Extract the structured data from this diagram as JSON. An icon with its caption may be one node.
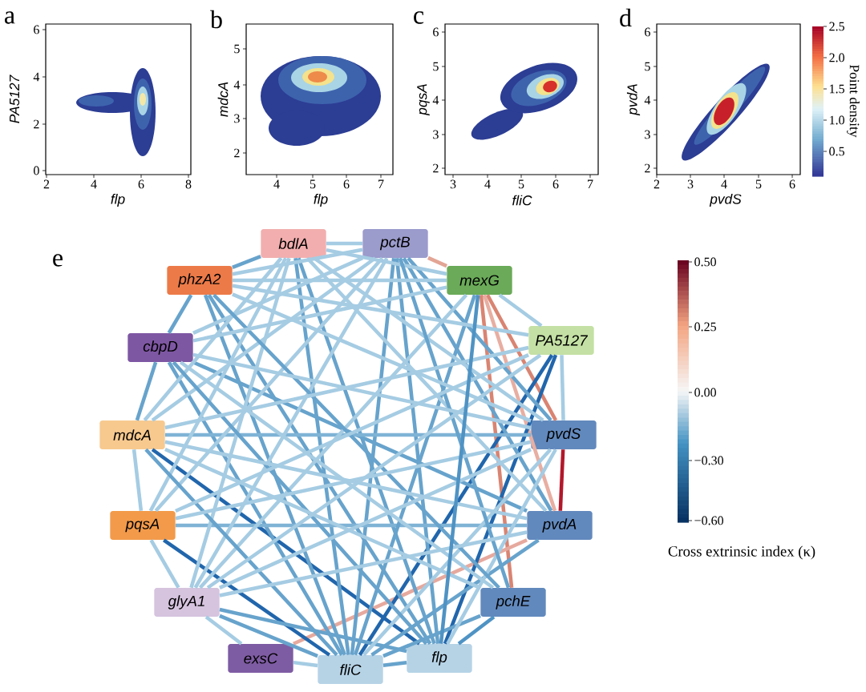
{
  "diagram": {
    "nodes": [
      {
        "text": [
          "bdlA"
        ]
      },
      {
        "text": [
          "pctB"
        ]
      },
      {
        "text": [
          "mexG"
        ]
      },
      {
        "text": [
          "PA5127"
        ]
      },
      {
        "text": [
          "pvdS"
        ]
      },
      {
        "text": [
          "pvdA"
        ]
      },
      {
        "text": [
          "pchE"
        ]
      },
      {
        "text": [
          "flp"
        ]
      },
      {
        "text": [
          "fliC"
        ]
      },
      {
        "text": [
          "exsC"
        ]
      },
      {
        "text": [
          "glyA1"
        ]
      },
      {
        "text": [
          "pqsA"
        ]
      },
      {
        "text": [
          "mdcA"
        ]
      },
      {
        "text": [
          "cbpD"
        ]
      },
      {
        "text": [
          "phzA2"
        ]
      }
    ],
    "edges": [
      {
        "from": 1,
        "to": 2,
        "arrow": "none",
        "color": "#e3a595"
      },
      {
        "from": 2,
        "to": 4,
        "arrow": "none",
        "color": "#d98472"
      },
      {
        "from": 2,
        "to": 5,
        "arrow": "none",
        "color": "#e8aea2"
      },
      {
        "from": 2,
        "to": 6,
        "arrow": "none",
        "color": "#d98472"
      },
      {
        "from": 4,
        "to": 5,
        "arrow": "none",
        "color": "#b2182b"
      },
      {
        "from": 9,
        "to": 5,
        "arrow": "none",
        "color": "#e6a99e"
      },
      {
        "from": 12,
        "to": 7,
        "arrow": "none",
        "color": "#2166ac"
      },
      {
        "from": 11,
        "to": 8,
        "arrow": "none",
        "color": "#2166ac"
      },
      {
        "from": 3,
        "to": 8,
        "arrow": "none",
        "color": "#2166ac"
      },
      {
        "from": 3,
        "to": 7,
        "arrow": "none",
        "color": "#2166ac"
      },
      {
        "from": 1,
        "to": 5,
        "arrow": "none",
        "color": "#67a3cc"
      },
      {
        "from": 1,
        "to": 4,
        "arrow": "none",
        "color": "#67a3cc"
      },
      {
        "from": 1,
        "to": 7,
        "arrow": "none",
        "color": "#67a3cc"
      },
      {
        "from": 1,
        "to": 8,
        "arrow": "none",
        "color": "#67a3cc"
      },
      {
        "from": 0,
        "to": 8,
        "arrow": "none",
        "color": "#67a3cc"
      },
      {
        "from": 0,
        "to": 7,
        "arrow": "none",
        "color": "#67a3cc"
      },
      {
        "from": 14,
        "to": 7,
        "arrow": "none",
        "color": "#67a3cc"
      },
      {
        "from": 14,
        "to": 8,
        "arrow": "none",
        "color": "#67a3cc"
      },
      {
        "from": 13,
        "to": 8,
        "arrow": "none",
        "color": "#67a3cc"
      },
      {
        "from": 13,
        "to": 5,
        "arrow": "none",
        "color": "#67a3cc"
      },
      {
        "from": 12,
        "to": 4,
        "arrow": "none",
        "color": "#7fb3d5"
      },
      {
        "from": 11,
        "to": 5,
        "arrow": "none",
        "color": "#7fb3d5"
      },
      {
        "from": 10,
        "to": 8,
        "arrow": "none",
        "color": "#67a3cc"
      },
      {
        "from": 10,
        "to": 7,
        "arrow": "none",
        "color": "#67a3cc"
      },
      {
        "from": 2,
        "to": 8,
        "arrow": "none",
        "color": "#67a3cc"
      },
      {
        "from": 2,
        "to": 10,
        "arrow": "none",
        "color": "#a5cce3"
      },
      {
        "from": 6,
        "to": 7,
        "arrow": "none",
        "color": "#4f93c4"
      },
      {
        "from": 6,
        "to": 8,
        "arrow": "none",
        "color": "#67a3cc"
      },
      {
        "from": 5,
        "to": 8,
        "arrow": "none",
        "color": "#67a3cc"
      },
      {
        "from": 11,
        "to": 10,
        "arrow": "none",
        "color": "#a5cce3"
      },
      {
        "from": 13,
        "to": 12,
        "arrow": "none",
        "color": "#67a3cc"
      },
      {
        "from": 14,
        "to": 13,
        "arrow": "none",
        "color": "#67a3cc"
      },
      {
        "from": 0,
        "to": 14,
        "arrow": "none",
        "color": "#67a3cc"
      },
      {
        "from": 1,
        "to": 0,
        "arrow": "none",
        "color": "#a5cce3"
      },
      {
        "from": 4,
        "to": 7,
        "arrow": "none",
        "color": "#a5cce3"
      },
      {
        "from": 4,
        "to": 8,
        "arrow": "none",
        "color": "#a5cce3"
      },
      {
        "from": 0,
        "to": 2,
        "arrow": "none",
        "color": "#a5cce3"
      },
      {
        "from": 0,
        "to": 4,
        "arrow": "none",
        "color": "#a5cce3"
      },
      {
        "from": 0,
        "to": 5,
        "arrow": "none",
        "color": "#a5cce3"
      },
      {
        "from": 0,
        "to": 10,
        "arrow": "none",
        "color": "#a5cce3"
      },
      {
        "from": 0,
        "to": 11,
        "arrow": "none",
        "color": "#a5cce3"
      },
      {
        "from": 0,
        "to": 12,
        "arrow": "none",
        "color": "#a5cce3"
      },
      {
        "from": 1,
        "to": 11,
        "arrow": "none",
        "color": "#a5cce3"
      },
      {
        "from": 1,
        "to": 12,
        "arrow": "none",
        "color": "#a5cce3"
      },
      {
        "from": 1,
        "to": 13,
        "arrow": "none",
        "color": "#a5cce3"
      },
      {
        "from": 1,
        "to": 14,
        "arrow": "none",
        "color": "#a5cce3"
      },
      {
        "from": 1,
        "to": 10,
        "arrow": "none",
        "color": "#a5cce3"
      },
      {
        "from": 1,
        "to": 6,
        "arrow": "none",
        "color": "#67a3cc"
      },
      {
        "from": 14,
        "to": 2,
        "arrow": "none",
        "color": "#a5cce3"
      },
      {
        "from": 14,
        "to": 3,
        "arrow": "none",
        "color": "#a5cce3"
      },
      {
        "from": 14,
        "to": 4,
        "arrow": "none",
        "color": "#a5cce3"
      },
      {
        "from": 14,
        "to": 6,
        "arrow": "none",
        "color": "#67a3cc"
      },
      {
        "from": 13,
        "to": 2,
        "arrow": "none",
        "color": "#a5cce3"
      },
      {
        "from": 13,
        "to": 4,
        "arrow": "none",
        "color": "#a5cce3"
      },
      {
        "from": 13,
        "to": 6,
        "arrow": "none",
        "color": "#a5cce3"
      },
      {
        "from": 13,
        "to": 7,
        "arrow": "none",
        "color": "#67a3cc"
      },
      {
        "from": 12,
        "to": 3,
        "arrow": "none",
        "color": "#a5cce3"
      },
      {
        "from": 12,
        "to": 11,
        "arrow": "none",
        "color": "#a5cce3"
      },
      {
        "from": 12,
        "to": 6,
        "arrow": "none",
        "color": "#a5cce3"
      },
      {
        "from": 12,
        "to": 5,
        "arrow": "none",
        "color": "#a5cce3"
      },
      {
        "from": 12,
        "to": 8,
        "arrow": "none",
        "color": "#67a3cc"
      },
      {
        "from": 11,
        "to": 4,
        "arrow": "none",
        "color": "#a5cce3"
      },
      {
        "from": 11,
        "to": 3,
        "arrow": "none",
        "color": "#a5cce3"
      },
      {
        "from": 10,
        "to": 4,
        "arrow": "none",
        "color": "#a5cce3"
      },
      {
        "from": 10,
        "to": 5,
        "arrow": "none",
        "color": "#a5cce3"
      },
      {
        "from": 10,
        "to": 3,
        "arrow": "none",
        "color": "#a5cce3"
      },
      {
        "from": 10,
        "to": 9,
        "arrow": "none",
        "color": "#a5cce3"
      },
      {
        "from": 9,
        "to": 8,
        "arrow": "none",
        "color": "#a5cce3"
      },
      {
        "from": 8,
        "to": 7,
        "arrow": "none",
        "color": "#67a3cc"
      },
      {
        "from": 3,
        "to": 4,
        "arrow": "none",
        "color": "#a5cce3"
      },
      {
        "from": 2,
        "to": 3,
        "arrow": "none",
        "color": "#a5cce3"
      },
      {
        "from": 2,
        "to": 7,
        "arrow": "none",
        "color": "#4f93c4"
      }
    ],
    "labels": [
      "a",
      "PA5127",
      "6",
      "4",
      "2",
      "0",
      "2",
      "4",
      "6",
      "8",
      "flp",
      "b",
      "mdcA",
      "5",
      "4",
      "3",
      "2",
      "4",
      "5",
      "6",
      "7",
      "flp",
      "c",
      "pqsA",
      "6",
      "5",
      "4",
      "3",
      "2",
      "3",
      "4",
      "5",
      "6",
      "7",
      "fliC",
      "d",
      "pvdA",
      "6",
      "5",
      "4",
      "3",
      "2",
      "2",
      "3",
      "4",
      "5",
      "6",
      "pvdS",
      "2.5",
      "2.0",
      "1.5",
      "1.0",
      "0.5",
      "Point density",
      "e",
      "0.50",
      "0.25",
      "0.00",
      "−0.30",
      "−0.60",
      "Cross extrinsic index (κ)"
    ]
  }
}
